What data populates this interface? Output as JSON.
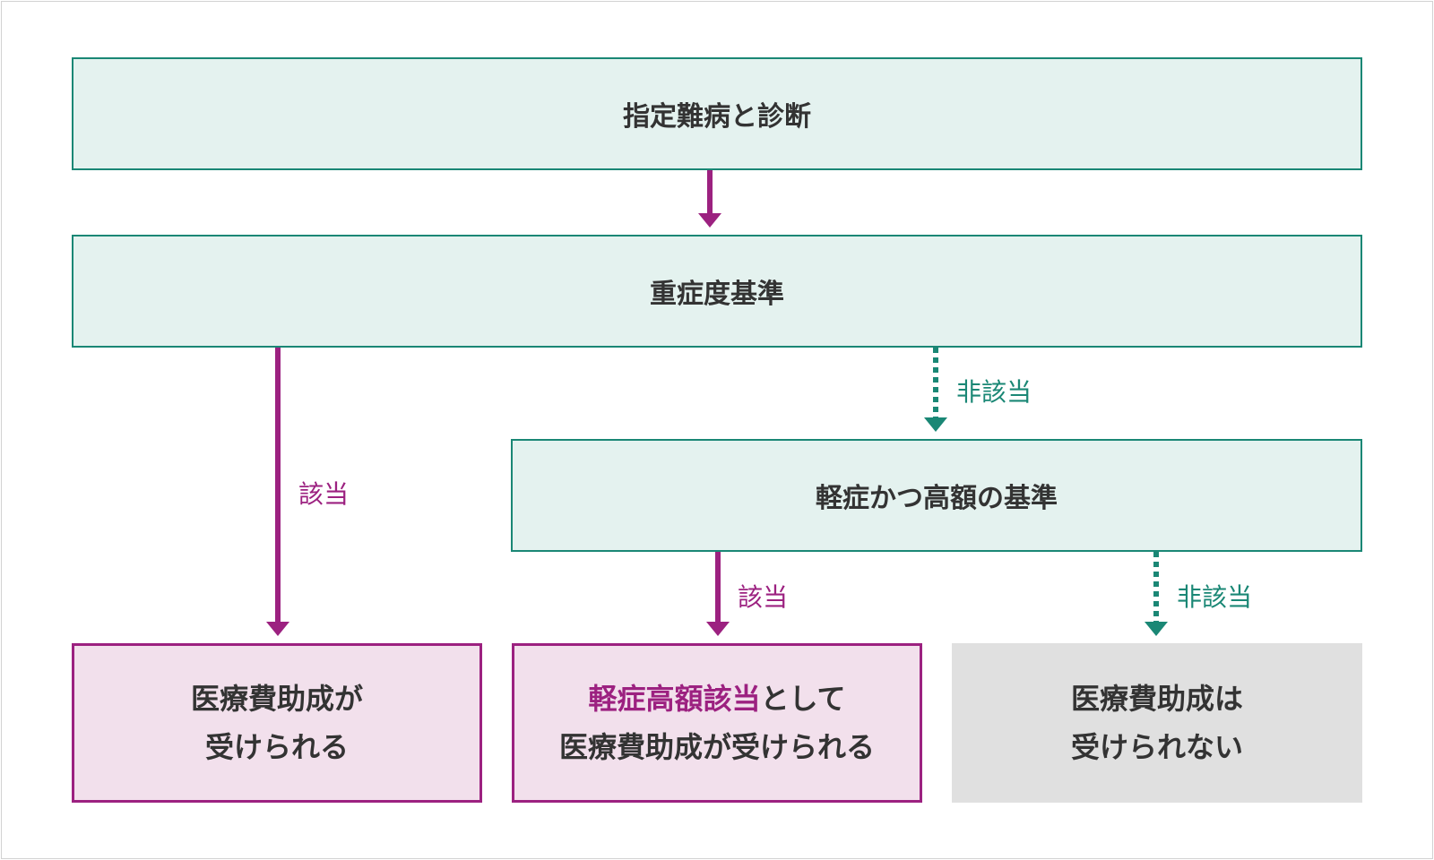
{
  "boxes": {
    "diagnosis": "指定難病と診断",
    "severity": "重症度基準",
    "mild_high_cost": "軽症かつ高額の基準",
    "result_subsidy": [
      "医療費助成が",
      "受けられる"
    ],
    "result_mild": {
      "highlight": "軽症高額該当",
      "rest": "として",
      "line2": "医療費助成が受けられる"
    },
    "result_none": [
      "医療費助成は",
      "受けられない"
    ]
  },
  "labels": {
    "applicable": "該当",
    "not_applicable": "非該当"
  },
  "colors": {
    "accent_pink": "#9c2180",
    "accent_green": "#1a8775",
    "box_green_fill": "#e4f2ef",
    "box_pink_fill": "#f2e0ec",
    "box_gray_fill": "#e0e0e0"
  }
}
